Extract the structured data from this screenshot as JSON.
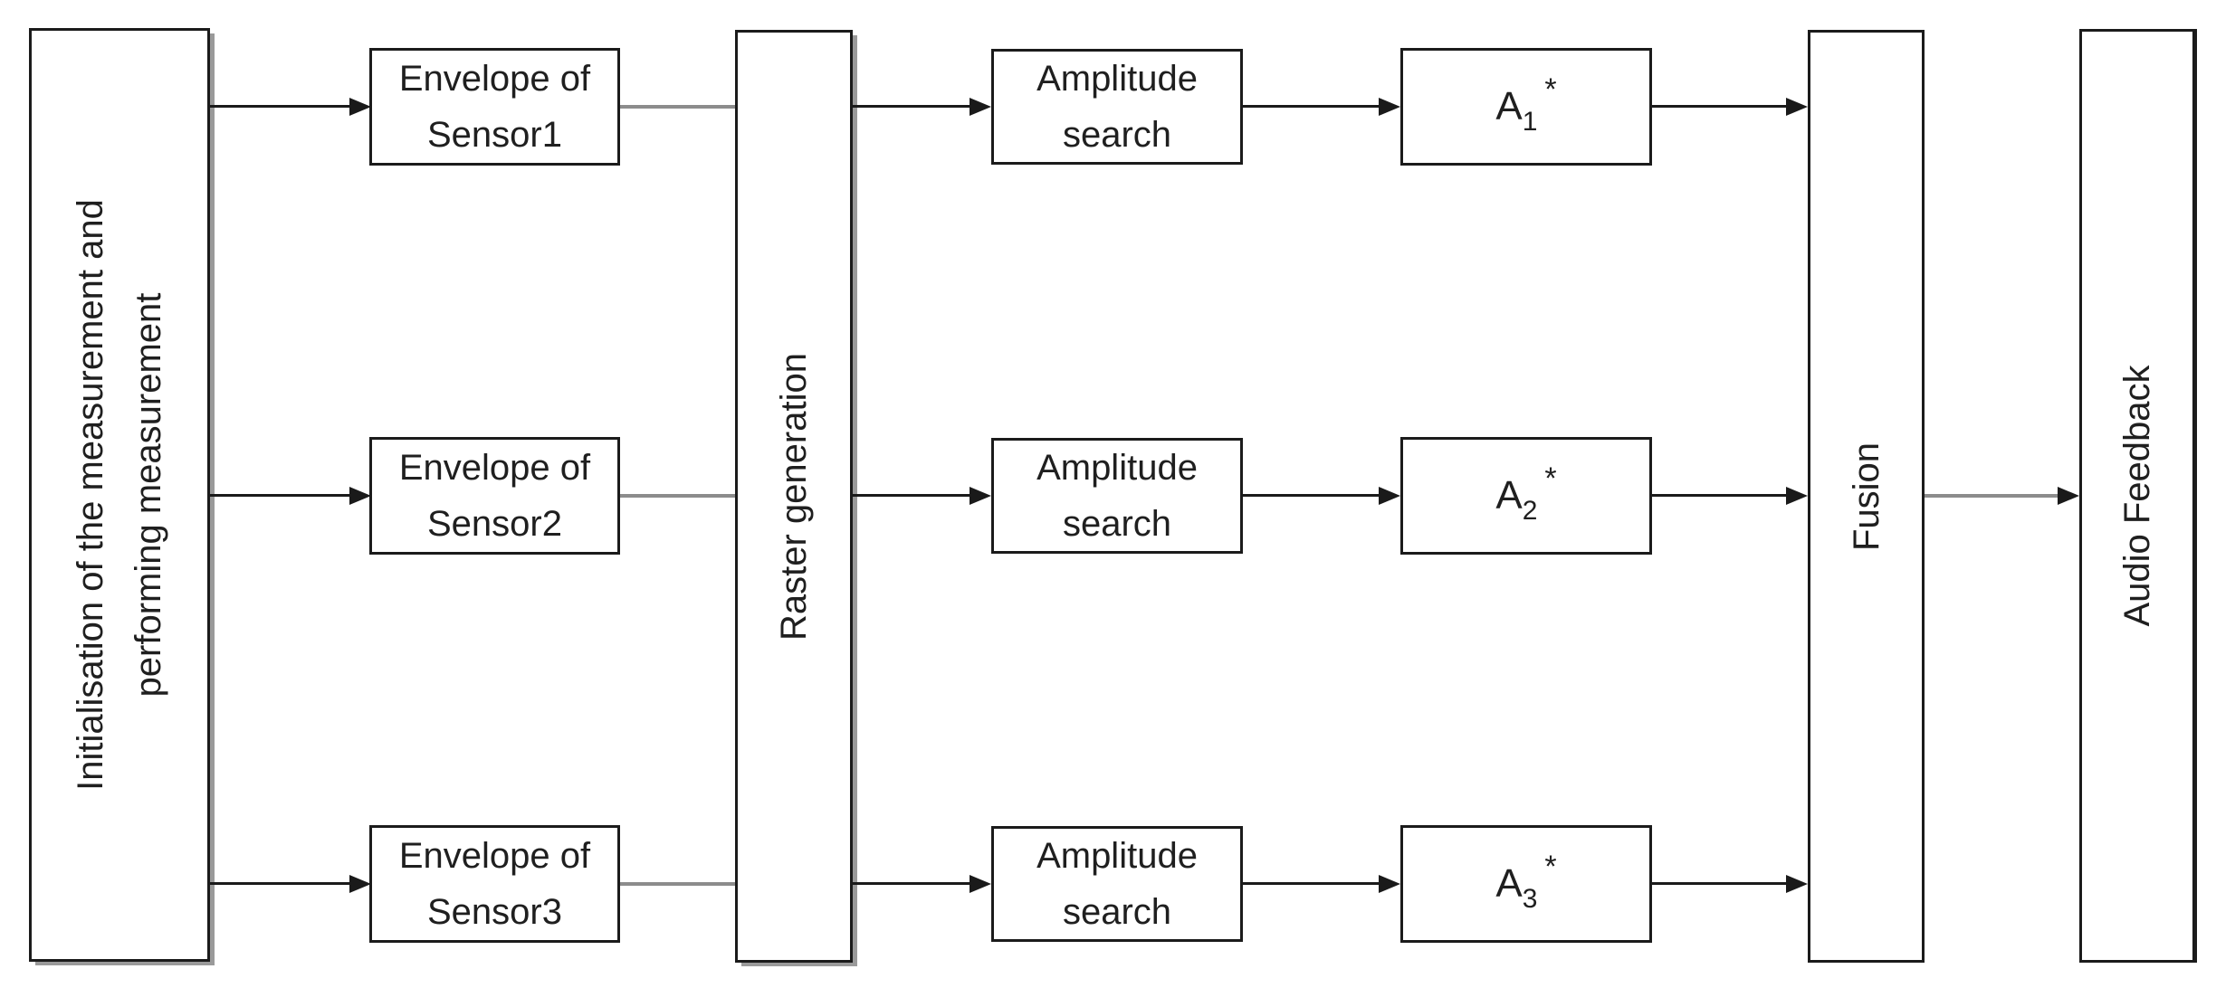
{
  "nodes": {
    "init": {
      "line1": "Initialisation of the measurement and",
      "line2": "performing measurement"
    },
    "envelope1": {
      "line1": "Envelope of",
      "line2": "Sensor1"
    },
    "envelope2": {
      "line1": "Envelope of",
      "line2": "Sensor2"
    },
    "envelope3": {
      "line1": "Envelope of",
      "line2": "Sensor3"
    },
    "raster": {
      "label": "Raster generation"
    },
    "amplitude1": {
      "line1": "Amplitude",
      "line2": "search"
    },
    "amplitude2": {
      "line1": "Amplitude",
      "line2": "search"
    },
    "amplitude3": {
      "line1": "Amplitude",
      "line2": "search"
    },
    "a1": {
      "base": "A",
      "sub": "1",
      "sup": "*"
    },
    "a2": {
      "base": "A",
      "sub": "2",
      "sup": "*"
    },
    "a3": {
      "base": "A",
      "sub": "3",
      "sup": "*"
    },
    "fusion": {
      "label": "Fusion"
    },
    "audio": {
      "label": "Audio Feedback"
    }
  },
  "colors": {
    "line_black": "#1a1a1a",
    "line_gray": "#8c8c8c",
    "box_border": "#1b1b1b",
    "shadow_gray": "#9a9a9a",
    "background": "#ffffff",
    "text": "#1f1f1f"
  }
}
